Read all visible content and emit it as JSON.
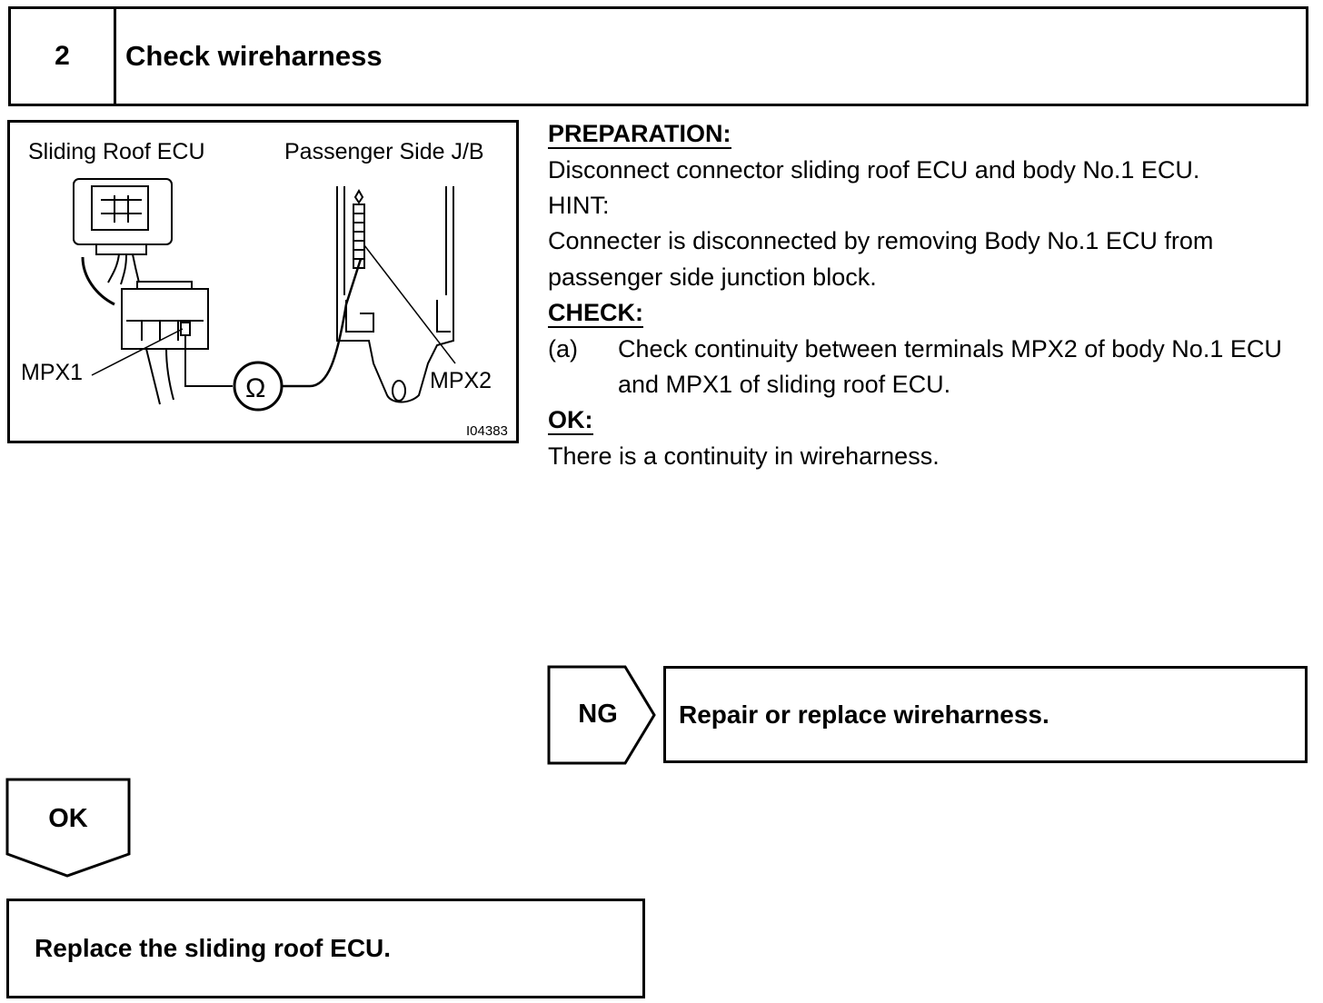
{
  "step": {
    "number": "2",
    "title": "Check wireharness"
  },
  "figure": {
    "label_ecu": "Sliding Roof ECU",
    "label_jb": "Passenger Side J/B",
    "label_mpx1": "MPX1",
    "label_mpx2": "MPX2",
    "ohm_symbol": "Ω",
    "figure_code": "I04383"
  },
  "preparation": {
    "title": "PREPARATION:",
    "line1": "Disconnect connector sliding roof ECU and body No.1 ECU.",
    "hint_label": "HINT:",
    "hint_line1": "Connecter is disconnected by removing Body No.1 ECU from",
    "hint_line2": "passenger side junction block."
  },
  "check": {
    "title": "CHECK:",
    "item_index": "(a)",
    "item_text": "Check continuity between terminals MPX2 of body No.1 ECU and MPX1 of sliding roof ECU."
  },
  "ok_section": {
    "title": "OK:",
    "text": "There is a continuity in wireharness."
  },
  "ng": {
    "label": "NG",
    "action": "Repair or replace wireharness."
  },
  "ok": {
    "label": "OK",
    "action": "Replace the sliding roof ECU."
  }
}
